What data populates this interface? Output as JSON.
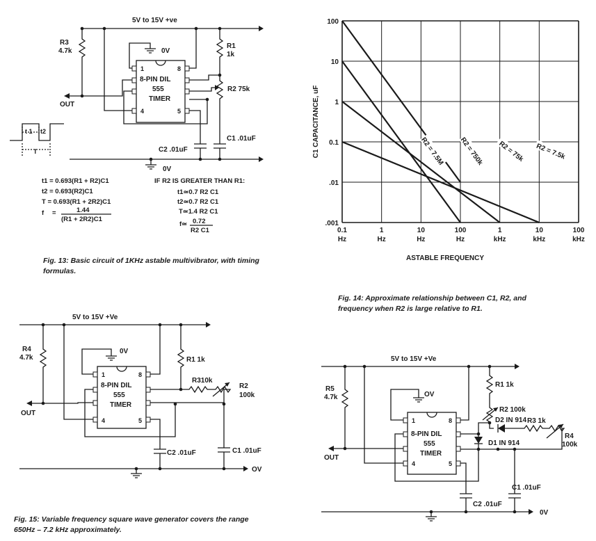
{
  "fig13": {
    "supply_label": "5V to 15V +ve",
    "r3_label": "R3",
    "r3_value": "4.7k",
    "r1_label": "R1",
    "r1_value": "1k",
    "r2_label": "R2 75k",
    "c1_label": "C1 .01uF",
    "c2_label": "C2 .01uF",
    "ov_top": "0V",
    "ov_bottom": "0V",
    "out_label": "OUT",
    "ic_line1": "8-PIN DIL",
    "ic_line2": "555",
    "ic_line3": "TIMER",
    "pins": [
      "1",
      "8",
      "4",
      "5"
    ],
    "timing": {
      "t1": "t 1",
      "t2": "t2",
      "T": "T"
    },
    "formulas": [
      "t1 = 0.693(R1 + R2)C1",
      "t2 = 0.693(R2)C1",
      "T   = 0.693(R1 + 2R2)C1"
    ],
    "f_prefix": "f",
    "f_eq": "=",
    "f_numerator": "1.44",
    "f_denominator": "(R1 + 2R2)C1",
    "approx_heading": "IF R2 IS GREATER THAN R1:",
    "approx": [
      "t1≃0.7 R2 C1",
      "t2≃0.7 R2 C1",
      "T≃1.4 R2 C1"
    ],
    "approx_f_prefix": "f≃",
    "approx_f_num": "0.72",
    "approx_f_den": "R2 C1",
    "caption": "Fig. 13: Basic circuit of 1KHz astable multivibrator, with timing formulas."
  },
  "fig14": {
    "caption": "Fig. 14: Approximate relationship between C1, R2, and frequency when R2 is large relative to R1."
  },
  "chart_data": {
    "type": "line",
    "title": "",
    "xlabel": "ASTABLE FREQUENCY",
    "ylabel": "C1  CAPACITANCE, uF",
    "x_scale": "log",
    "y_scale": "log",
    "xlim": [
      0.1,
      100000
    ],
    "ylim": [
      0.001,
      100
    ],
    "grid": true,
    "x_ticks": [
      {
        "value": 0.1,
        "line1": "0.1",
        "line2": "Hz"
      },
      {
        "value": 1,
        "line1": "1",
        "line2": "Hz"
      },
      {
        "value": 10,
        "line1": "10",
        "line2": "Hz"
      },
      {
        "value": 100,
        "line1": "100",
        "line2": "Hz"
      },
      {
        "value": 1000,
        "line1": "1",
        "line2": "kHz"
      },
      {
        "value": 10000,
        "line1": "10",
        "line2": "kHz"
      },
      {
        "value": 100000,
        "line1": "100",
        "line2": "kHz"
      }
    ],
    "y_ticks": [
      {
        "value": 100,
        "label": "100"
      },
      {
        "value": 10,
        "label": "10"
      },
      {
        "value": 1,
        "label": "1"
      },
      {
        "value": 0.1,
        "label": "0.1"
      },
      {
        "value": 0.01,
        "label": ".01"
      },
      {
        "value": 0.001,
        "label": ".001"
      }
    ],
    "series": [
      {
        "name": "R2 = 7.5M",
        "points": [
          [
            0.1,
            100
          ],
          [
            100,
            0.01
          ]
        ],
        "label_at": [
          20,
          0.06
        ]
      },
      {
        "name": "R2 = 750k",
        "points": [
          [
            0.1,
            10
          ],
          [
            100,
            0.001
          ]
        ],
        "label_at": [
          200,
          0.06
        ]
      },
      {
        "name": "R2 = 75k",
        "points": [
          [
            0.1,
            1
          ],
          [
            1000,
            0.001
          ]
        ],
        "label_at": [
          2000,
          0.06
        ]
      },
      {
        "name": "R2 = 7.5k",
        "points": [
          [
            0.1,
            0.1
          ],
          [
            10000,
            0.001
          ]
        ],
        "label_at": [
          20000,
          0.06
        ]
      }
    ]
  },
  "fig15": {
    "supply_label": "5V to 15V +Ve",
    "r4_label": "R4",
    "r4_value": "4.7k",
    "r1_label": "R1 1k",
    "r3_label": "R310k",
    "r2_label": "R2",
    "r2_value": "100k",
    "c1_label": "C1 .01uF",
    "c2_label": "C2 .01uF",
    "ov_top": "0V",
    "ov_bottom": "OV",
    "out_label": "OUT",
    "ic_line1": "8-PIN DIL",
    "ic_line2": "555",
    "ic_line3": "TIMER",
    "pins": [
      "1",
      "8",
      "4",
      "5"
    ],
    "caption": "Fig. 15: Variable frequency square wave generator covers the range 650Hz – 7.2 kHz approximately."
  },
  "fig16": {
    "supply_label": "5V to 15V +Ve",
    "r5_label": "R5",
    "r5_value": "4.7k",
    "r1_label": "R1 1k",
    "r2_label": "R2 100k",
    "d2_label": "D2 IN 914",
    "d1_label": "D1 IN 914",
    "r3_label": "R3  1k",
    "r4_label": "R4",
    "r4_value": "100k",
    "c1_label": "C1 .01uF",
    "c2_label": "C2 .01uF",
    "ov_top": "OV",
    "ov_bottom": "0V",
    "out_label": "OUT",
    "ic_line1": "8-PIN DIL",
    "ic_line2": "555",
    "ic_line3": "TIMER",
    "pins": [
      "1",
      "8",
      "4",
      "5"
    ]
  }
}
